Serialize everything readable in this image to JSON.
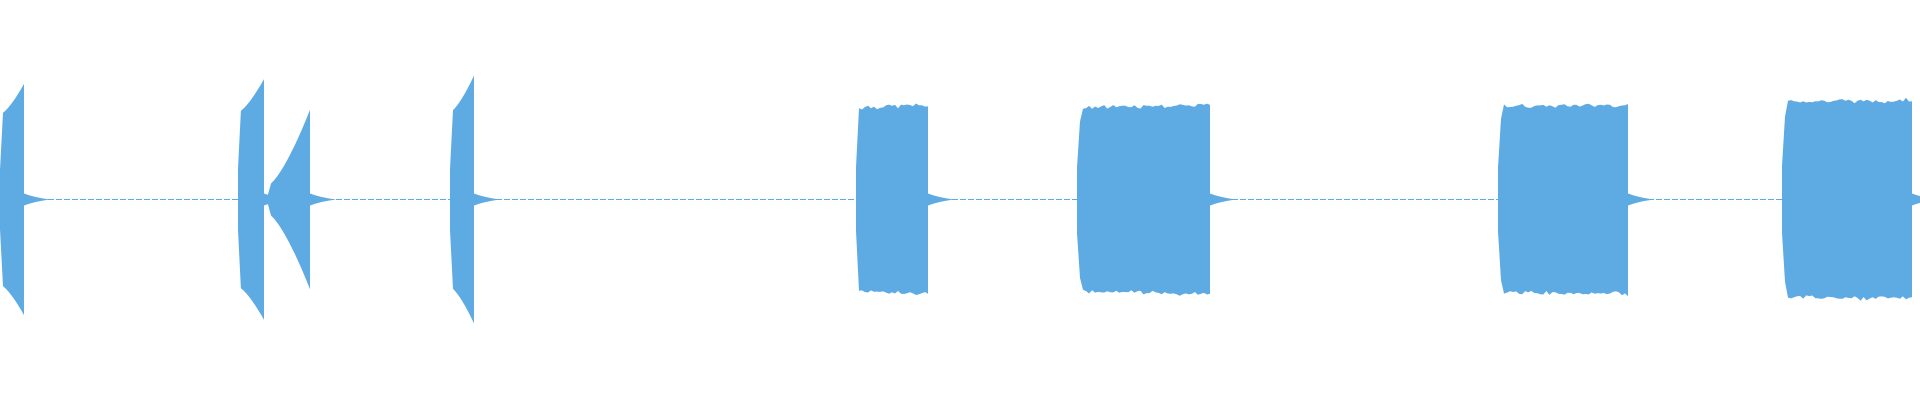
{
  "waveform": {
    "color": "#5eaae2",
    "background": "#ffffff",
    "duration_s": 19.2,
    "peak_amplitude": 1.0,
    "segments": [
      {
        "start_s": 0.0,
        "end_s": 0.24,
        "amp_start": 0.72,
        "amp_end": 0.98,
        "shape": "ramp"
      },
      {
        "start_s": 2.38,
        "end_s": 2.64,
        "amp_start": 0.74,
        "amp_end": 1.02,
        "shape": "ramp"
      },
      {
        "start_s": 2.68,
        "end_s": 3.1,
        "amp_start": 0.12,
        "amp_end": 0.76,
        "shape": "ramp"
      },
      {
        "start_s": 4.5,
        "end_s": 4.74,
        "amp_start": 0.74,
        "amp_end": 1.05,
        "shape": "ramp"
      },
      {
        "start_s": 8.56,
        "end_s": 9.28,
        "amp_start": 0.78,
        "amp_end": 0.8,
        "shape": "flat"
      },
      {
        "start_s": 10.77,
        "end_s": 12.1,
        "amp_start": 0.78,
        "amp_end": 0.8,
        "shape": "flat"
      },
      {
        "start_s": 14.98,
        "end_s": 16.28,
        "amp_start": 0.79,
        "amp_end": 0.8,
        "shape": "flat"
      },
      {
        "start_s": 17.82,
        "end_s": 19.12,
        "amp_start": 0.83,
        "amp_end": 0.84,
        "shape": "flat"
      }
    ]
  }
}
